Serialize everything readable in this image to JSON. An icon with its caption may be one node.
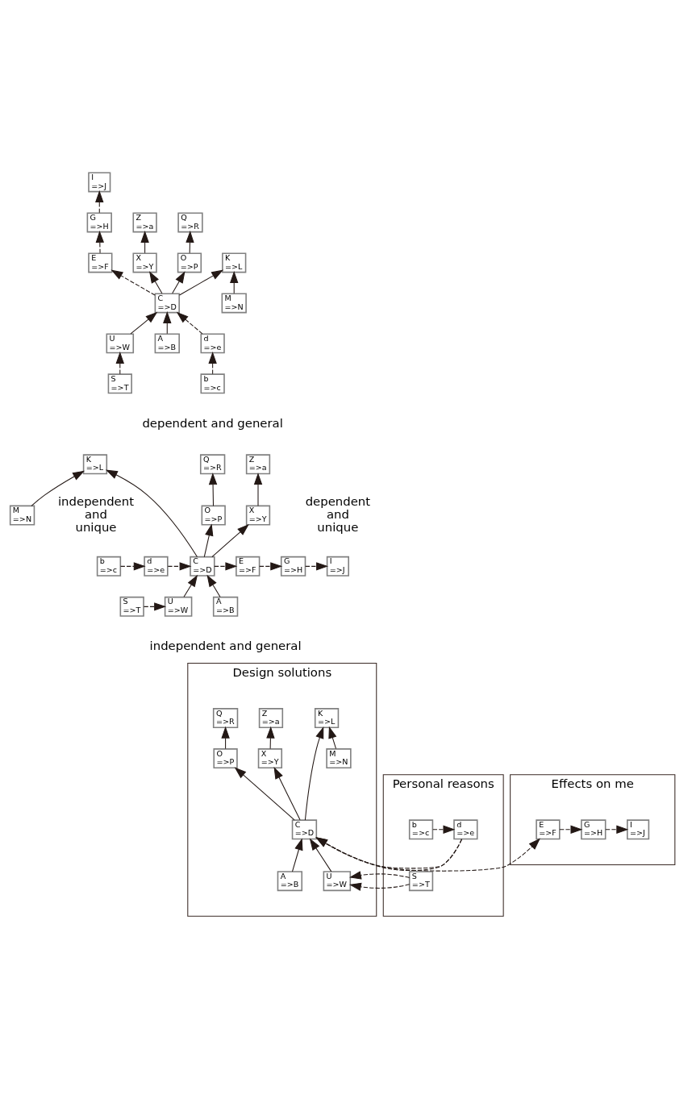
{
  "diagram": {
    "nodes": [
      {
        "text": [
          "S",
          "=>T"
        ]
      },
      {
        "text": [
          "Q",
          "=>R"
        ]
      },
      {
        "text": [
          "O",
          "=>P"
        ]
      },
      {
        "text": [
          "A",
          "=>B"
        ]
      },
      {
        "text": [
          "U",
          "=>W"
        ]
      },
      {
        "text": [
          "G",
          "=>H"
        ]
      },
      {
        "text": [
          "E",
          "=>F"
        ]
      },
      {
        "text": [
          "C",
          "=>D"
        ]
      },
      {
        "text": [
          "X",
          "=>Y"
        ]
      },
      {
        "text": [
          "Z",
          "=>a"
        ]
      },
      {
        "text": [
          "I",
          "=>J"
        ]
      },
      {
        "text": [
          "K",
          "=>L"
        ]
      },
      {
        "text": [
          "d",
          "=>e"
        ]
      },
      {
        "text": [
          "M",
          "=>N"
        ]
      },
      {
        "text": [
          "b",
          "=>c"
        ]
      },
      {
        "text": [
          "Q",
          "=>R"
        ]
      },
      {
        "text": [
          "Z",
          "=>a"
        ]
      },
      {
        "text": [
          "K",
          "=>L"
        ]
      },
      {
        "text": [
          "O",
          "=>P"
        ]
      },
      {
        "text": [
          "X",
          "=>Y"
        ]
      },
      {
        "text": [
          "M",
          "=>N"
        ]
      },
      {
        "text": [
          "b",
          "=>c"
        ]
      },
      {
        "text": [
          "d",
          "=>e"
        ]
      },
      {
        "text": [
          "C",
          "=>D"
        ]
      },
      {
        "text": [
          "E",
          "=>F"
        ]
      },
      {
        "text": [
          "G",
          "=>H"
        ]
      },
      {
        "text": [
          "I",
          "=>J"
        ]
      },
      {
        "text": [
          "S",
          "=>T"
        ]
      },
      {
        "text": [
          "U",
          "=>W"
        ]
      },
      {
        "text": [
          "A",
          "=>B"
        ]
      },
      {
        "text": [
          "Personal reasons"
        ]
      },
      {
        "text": [
          "b",
          "=>c"
        ],
        "in": 30
      },
      {
        "text": [
          "d",
          "=>e"
        ],
        "in": 30
      },
      {
        "text": [
          "S",
          "=>T"
        ],
        "in": 30
      },
      {
        "text": [
          "Design solutions"
        ]
      },
      {
        "text": [
          "Q",
          "=>R"
        ],
        "in": 34
      },
      {
        "text": [
          "Z",
          "=>a"
        ],
        "in": 34
      },
      {
        "text": [
          "K",
          "=>L"
        ],
        "in": 34
      },
      {
        "text": [
          "O",
          "=>P"
        ],
        "in": 34
      },
      {
        "text": [
          "X",
          "=>Y"
        ],
        "in": 34
      },
      {
        "text": [
          "M",
          "=>N"
        ],
        "in": 34
      },
      {
        "text": [
          "C",
          "=>D"
        ],
        "in": 34
      },
      {
        "text": [
          "U",
          "=>W"
        ],
        "in": 34
      },
      {
        "text": [
          "A",
          "=>B"
        ],
        "in": 34
      },
      {
        "text": [
          "Effects on me"
        ]
      },
      {
        "text": [
          "E",
          "=>F"
        ],
        "in": 44
      },
      {
        "text": [
          "G",
          "=>H"
        ],
        "in": 44
      },
      {
        "text": [
          "I",
          "=>J"
        ],
        "in": 44
      }
    ],
    "edges": [
      {
        "from": 0,
        "to": 4,
        "arrow": "to",
        "style": "dashed"
      },
      {
        "from": 2,
        "to": 1,
        "arrow": "to"
      },
      {
        "from": 3,
        "to": 7,
        "arrow": "to"
      },
      {
        "from": 4,
        "to": 7,
        "arrow": "to"
      },
      {
        "from": 7,
        "to": 2,
        "arrow": "to"
      },
      {
        "from": 7,
        "to": 6,
        "arrow": "to",
        "style": "dashed"
      },
      {
        "from": 6,
        "to": 5,
        "arrow": "to",
        "style": "dashed"
      },
      {
        "from": 5,
        "to": 10,
        "arrow": "to",
        "style": "dashed"
      },
      {
        "from": 7,
        "to": 8,
        "arrow": "to"
      },
      {
        "from": 8,
        "to": 9,
        "arrow": "to"
      },
      {
        "from": 7,
        "to": 11,
        "arrow": "to"
      },
      {
        "from": 13,
        "to": 11,
        "arrow": "to"
      },
      {
        "from": 12,
        "to": 7,
        "arrow": "to",
        "style": "dashed"
      },
      {
        "from": 14,
        "to": 12,
        "arrow": "to",
        "style": "dashed"
      },
      {
        "from": 20,
        "to": 17,
        "arrow": "to"
      },
      {
        "from": 23,
        "to": 17,
        "arrow": "to"
      },
      {
        "from": 23,
        "to": 18,
        "arrow": "to"
      },
      {
        "from": 18,
        "to": 15,
        "arrow": "to"
      },
      {
        "from": 23,
        "to": 19,
        "arrow": "to"
      },
      {
        "from": 19,
        "to": 16,
        "arrow": "to"
      },
      {
        "from": 21,
        "to": 22,
        "arrow": "to",
        "style": "dashed"
      },
      {
        "from": 22,
        "to": 23,
        "arrow": "to",
        "style": "dashed"
      },
      {
        "from": 23,
        "to": 24,
        "arrow": "to",
        "style": "dashed"
      },
      {
        "from": 24,
        "to": 25,
        "arrow": "to",
        "style": "dashed"
      },
      {
        "from": 25,
        "to": 26,
        "arrow": "to",
        "style": "dashed"
      },
      {
        "from": 27,
        "to": 28,
        "arrow": "to",
        "style": "dashed"
      },
      {
        "from": 28,
        "to": 23,
        "arrow": "to"
      },
      {
        "from": 29,
        "to": 23,
        "arrow": "to"
      },
      {
        "from": 40,
        "to": 37,
        "arrow": "to"
      },
      {
        "from": 41,
        "to": 37,
        "arrow": "to"
      },
      {
        "from": 41,
        "to": 38,
        "arrow": "to"
      },
      {
        "from": 38,
        "to": 35,
        "arrow": "to"
      },
      {
        "from": 41,
        "to": 39,
        "arrow": "to"
      },
      {
        "from": 39,
        "to": 36,
        "arrow": "to"
      },
      {
        "from": 31,
        "to": 32,
        "arrow": "to",
        "style": "dashed"
      },
      {
        "from": 32,
        "to": 41,
        "arrow": "to",
        "style": "dashed"
      },
      {
        "from": 41,
        "to": 45,
        "arrow": "to",
        "style": "dashed"
      },
      {
        "from": 45,
        "to": 46,
        "arrow": "to",
        "style": "dashed"
      },
      {
        "from": 46,
        "to": 47,
        "arrow": "to",
        "style": "dashed"
      },
      {
        "from": 33,
        "to": 42,
        "arrow": "to",
        "style": "dashed"
      },
      {
        "from": 42,
        "to": 41,
        "arrow": "to"
      },
      {
        "from": 43,
        "to": 41,
        "arrow": "to"
      }
    ],
    "labels": [
      "dependent and general",
      "independent and unique",
      "dependent and unique",
      "independent and general"
    ]
  }
}
